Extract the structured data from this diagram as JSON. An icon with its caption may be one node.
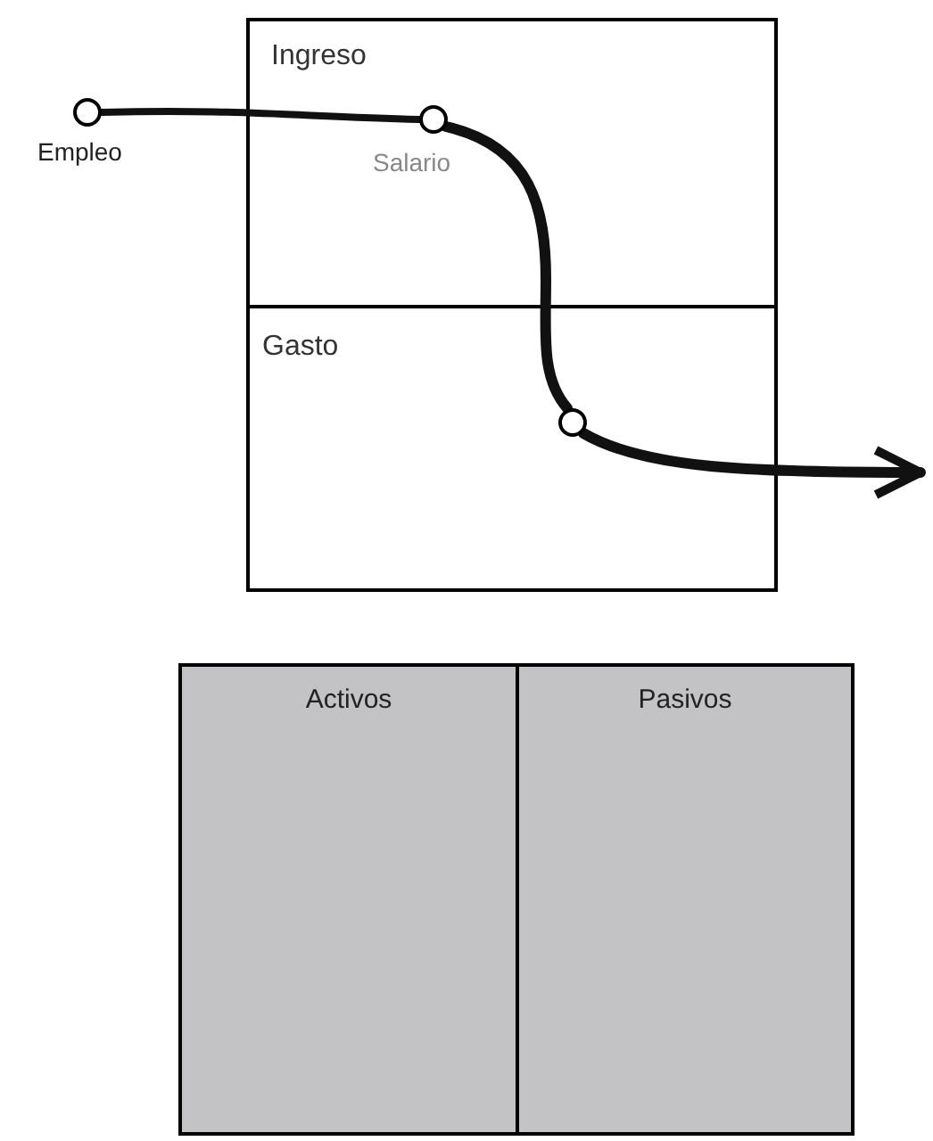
{
  "diagram": {
    "nodes": [
      {
        "text": [
          "Ingreso"
        ]
      },
      {
        "text": [
          "Gasto"
        ]
      },
      {
        "text": [],
        "shape": "circle",
        "beside": [
          "Empleo"
        ]
      },
      {
        "text": [],
        "shape": "circle",
        "beside": [
          "Salario"
        ],
        "in": 0
      },
      {
        "text": [],
        "shape": "circle",
        "in": 1
      },
      {
        "text": [
          "Activos"
        ]
      },
      {
        "text": [
          "Pasivos"
        ]
      }
    ],
    "edges": [
      {
        "from": 2,
        "to": 3,
        "arrow": "none"
      },
      {
        "from": 3,
        "to": 4,
        "arrow": "none"
      },
      {
        "from": 4,
        "to": null,
        "arrow": "to"
      }
    ]
  }
}
